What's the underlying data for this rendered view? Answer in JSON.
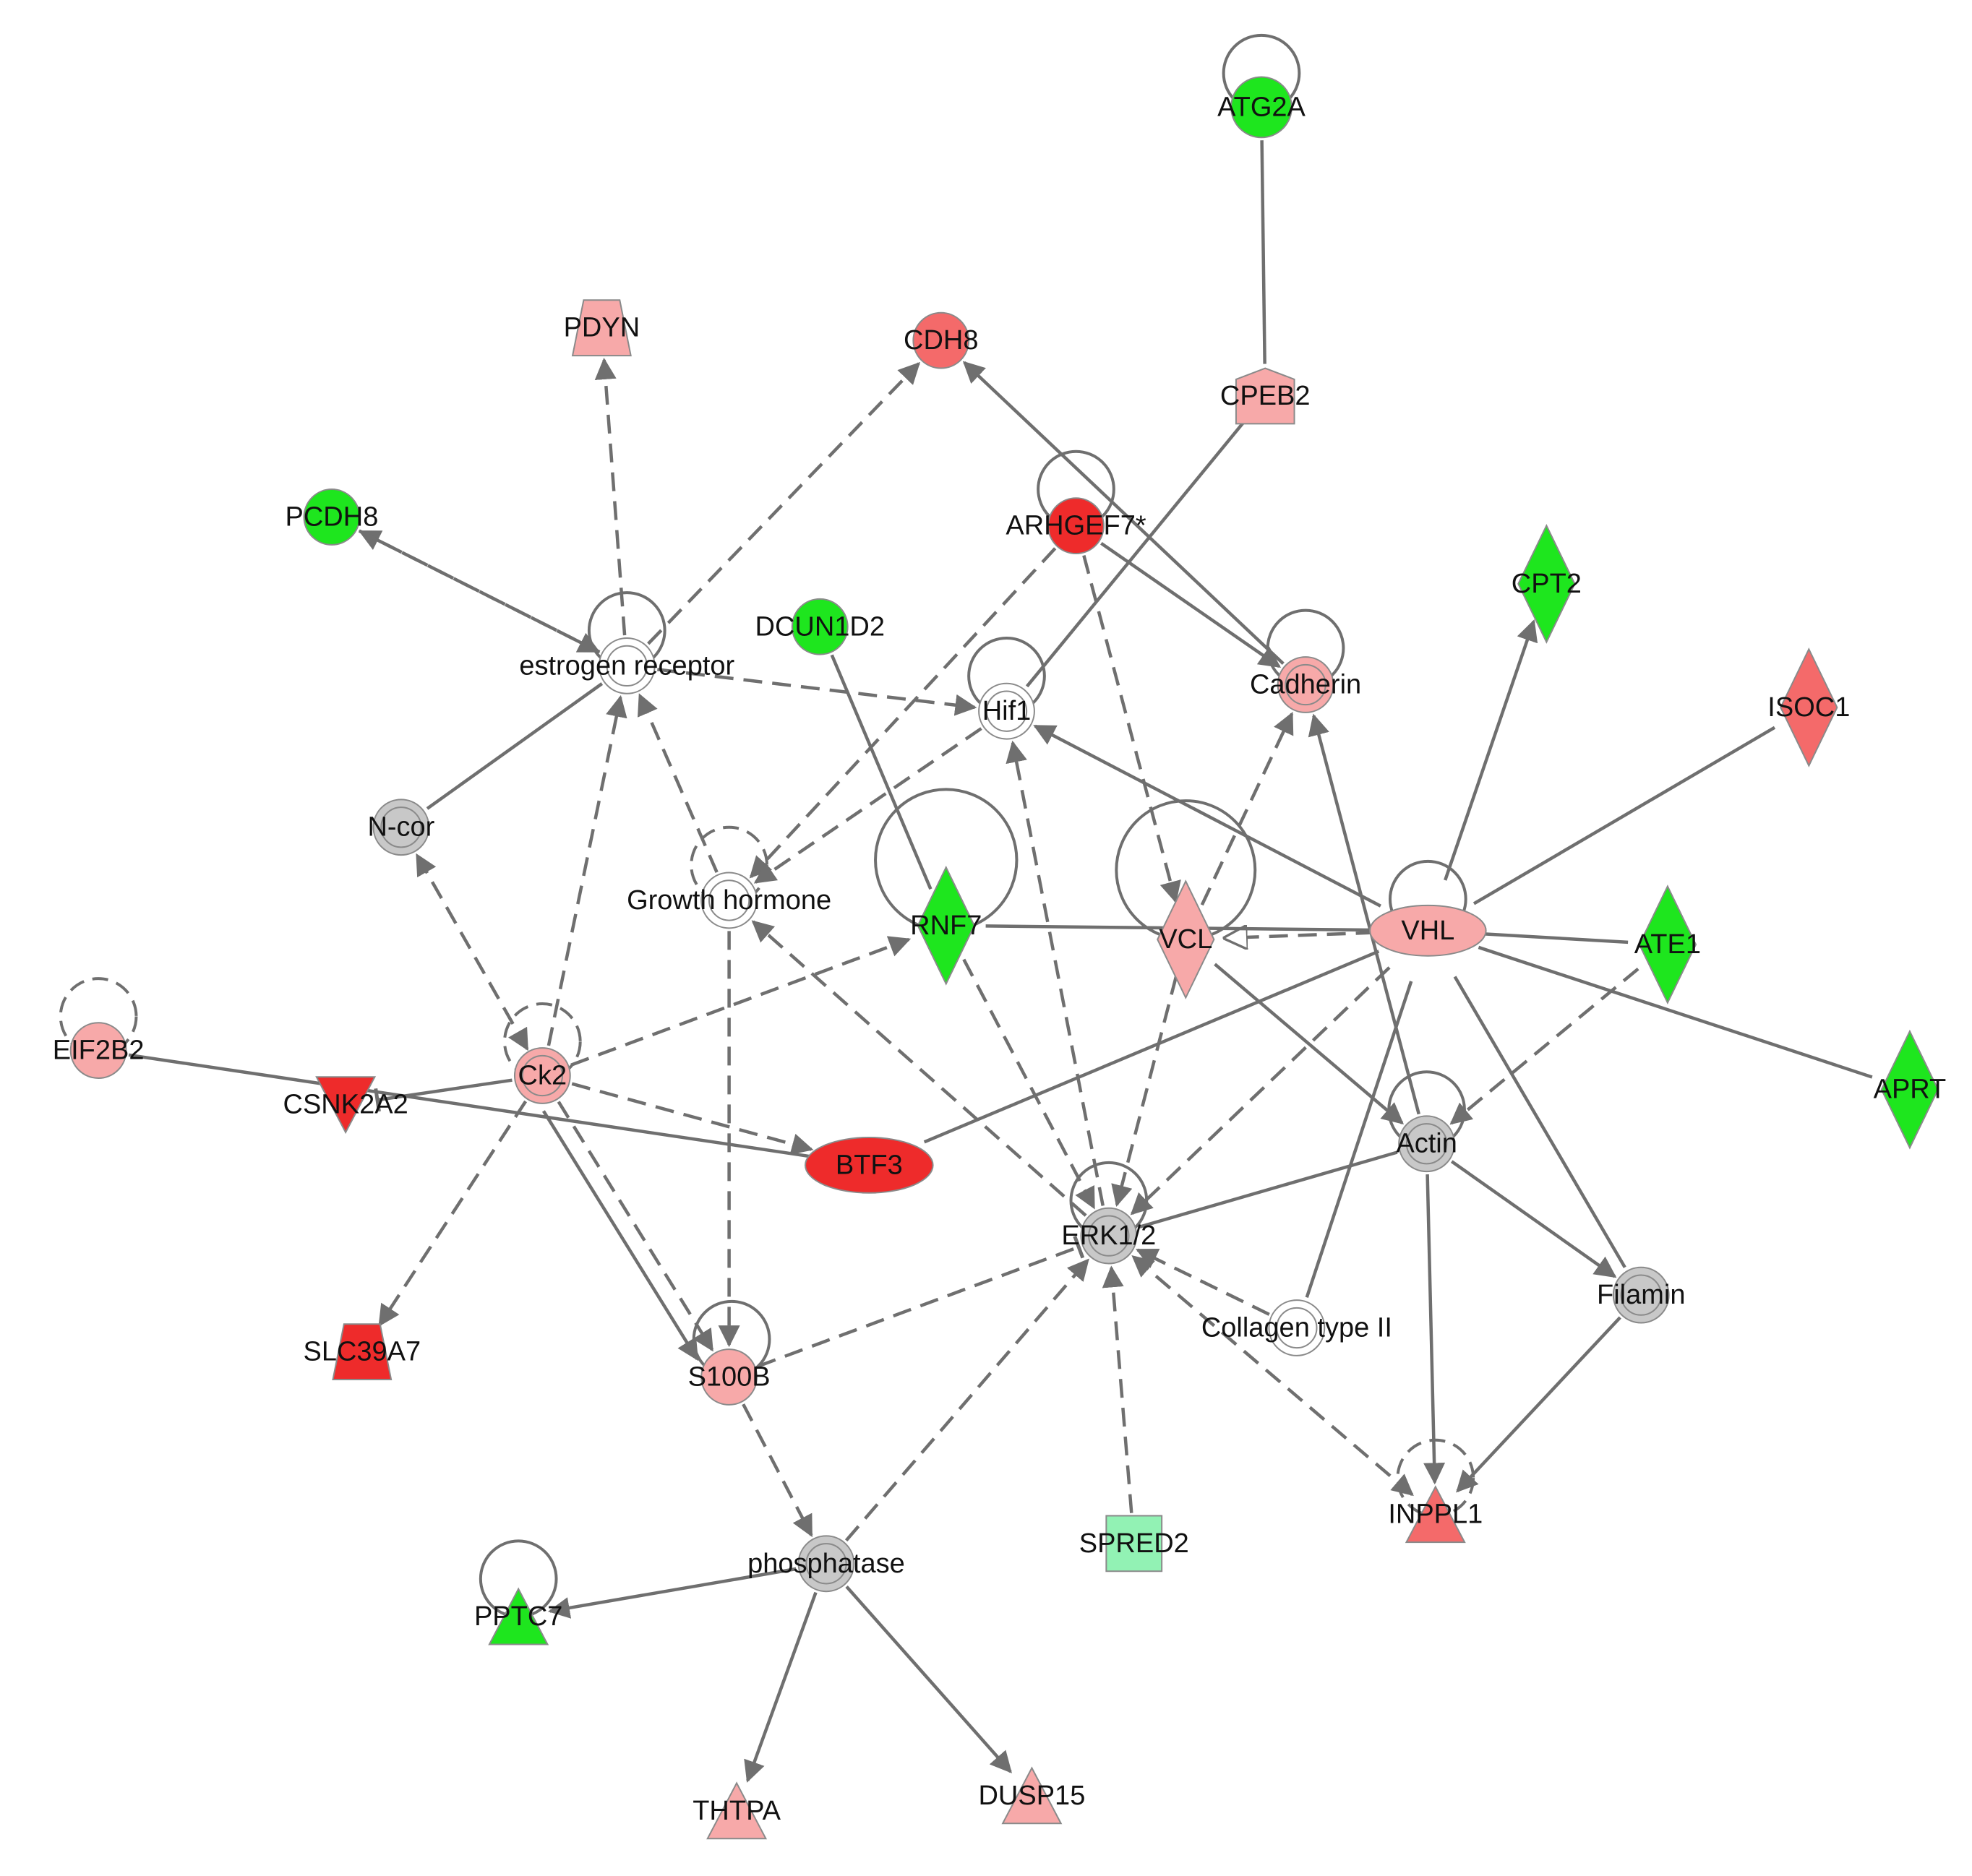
{
  "colors": {
    "edge": "#6f6f6f",
    "gray": "#c8c8c8",
    "white": "#ffffff",
    "green": "#1ee61e",
    "light_green": "#92f2b4",
    "light_red": "#f7a9a9",
    "mid_red": "#f46a6a",
    "red": "#ee2b2b"
  },
  "nodes": [
    {
      "id": "ATG2A",
      "label": "ATG2A",
      "shape": "circle",
      "color": "green",
      "self_loop": "solid"
    },
    {
      "id": "PDYN",
      "label": "PDYN",
      "shape": "trapezoid",
      "color": "light_red"
    },
    {
      "id": "CDH8",
      "label": "CDH8",
      "shape": "circle",
      "color": "mid_red"
    },
    {
      "id": "CPEB2",
      "label": "CPEB2",
      "shape": "pentagon",
      "color": "light_red"
    },
    {
      "id": "PCDH8",
      "label": "PCDH8",
      "shape": "circle",
      "color": "green"
    },
    {
      "id": "ARHGEF7",
      "label": "ARHGEF7*",
      "shape": "circle",
      "color": "red",
      "self_loop": "inhibit"
    },
    {
      "id": "DCUN1D2",
      "label": "DCUN1D2",
      "shape": "circle",
      "color": "green"
    },
    {
      "id": "CPT2",
      "label": "CPT2",
      "shape": "diamond",
      "color": "green"
    },
    {
      "id": "ER",
      "label": "estrogen receptor",
      "shape": "double-circle",
      "color": "white",
      "self_loop": "solid"
    },
    {
      "id": "Hif1",
      "label": "Hif1",
      "shape": "double-circle",
      "color": "white",
      "self_loop": "solid"
    },
    {
      "id": "Cadherin",
      "label": "Cadherin",
      "shape": "double-circle",
      "color": "light_red",
      "self_loop": "solid"
    },
    {
      "id": "ISOC1",
      "label": "ISOC1",
      "shape": "diamond",
      "color": "mid_red"
    },
    {
      "id": "Ncor",
      "label": "N-cor",
      "shape": "double-circle",
      "color": "gray"
    },
    {
      "id": "GH",
      "label": "Growth hormone",
      "shape": "double-circle",
      "color": "white",
      "self_loop": "dashed"
    },
    {
      "id": "RNF7",
      "label": "RNF7",
      "shape": "diamond",
      "color": "green",
      "self_loop": "large"
    },
    {
      "id": "VCL",
      "label": "VCL",
      "shape": "diamond",
      "color": "light_red",
      "self_loop": "large"
    },
    {
      "id": "VHL",
      "label": "VHL",
      "shape": "ellipse",
      "color": "light_red",
      "self_loop": "inhibit"
    },
    {
      "id": "ATE1",
      "label": "ATE1",
      "shape": "diamond",
      "color": "green"
    },
    {
      "id": "APRT",
      "label": "APRT",
      "shape": "diamond",
      "color": "green"
    },
    {
      "id": "EIF2B2",
      "label": "EIF2B2",
      "shape": "circle",
      "color": "light_red",
      "self_loop": "dashed"
    },
    {
      "id": "Ck2",
      "label": "Ck2",
      "shape": "double-circle",
      "color": "light_red",
      "self_loop": "dashed"
    },
    {
      "id": "CSNK2A2",
      "label": "CSNK2A2",
      "shape": "triangle-down",
      "color": "red"
    },
    {
      "id": "BTF3",
      "label": "BTF3",
      "shape": "ellipse",
      "color": "red"
    },
    {
      "id": "Actin",
      "label": "Actin",
      "shape": "double-circle",
      "color": "gray",
      "self_loop": "solid"
    },
    {
      "id": "ERK",
      "label": "ERK1/2",
      "shape": "double-circle",
      "color": "gray",
      "self_loop": "solid"
    },
    {
      "id": "Filamin",
      "label": "Filamin",
      "shape": "double-circle",
      "color": "gray"
    },
    {
      "id": "SLC39A7",
      "label": "SLC39A7",
      "shape": "trapezoid",
      "color": "red"
    },
    {
      "id": "S100B",
      "label": "S100B",
      "shape": "circle",
      "color": "light_red",
      "self_loop": "solid"
    },
    {
      "id": "Collagen",
      "label": "Collagen type II",
      "shape": "double-circle",
      "color": "white"
    },
    {
      "id": "INPPL1",
      "label": "INPPL1",
      "shape": "triangle-up",
      "color": "mid_red",
      "self_loop": "dashed"
    },
    {
      "id": "SPRED2",
      "label": "SPRED2",
      "shape": "square",
      "color": "light_green"
    },
    {
      "id": "phosphatase",
      "label": "phosphatase",
      "shape": "double-circle",
      "color": "gray"
    },
    {
      "id": "PPTC7",
      "label": "PPTC7",
      "shape": "triangle-up",
      "color": "green",
      "self_loop": "solid"
    },
    {
      "id": "THTPA",
      "label": "THTPA",
      "shape": "triangle-up",
      "color": "light_red"
    },
    {
      "id": "DUSP15",
      "label": "DUSP15",
      "shape": "triangle-up",
      "color": "light_red"
    }
  ],
  "edges": [
    {
      "from": "ATG2A",
      "to": "CPEB2",
      "style": "solid",
      "arrow": "none"
    },
    {
      "from": "CPEB2",
      "to": "Hif1",
      "style": "solid",
      "arrow": "none"
    },
    {
      "from": "ER",
      "to": "PDYN",
      "style": "dashed",
      "arrow": "end"
    },
    {
      "from": "ER",
      "to": "CDH8",
      "style": "dashed",
      "arrow": "end"
    },
    {
      "from": "ER",
      "to": "PCDH8",
      "style": "dashed",
      "arrow": "end"
    },
    {
      "from": "PCDH8",
      "to": "ER",
      "style": "dashed",
      "arrow": "end"
    },
    {
      "from": "ER",
      "to": "Hif1",
      "style": "dashed",
      "arrow": "end"
    },
    {
      "from": "ER",
      "to": "Ncor",
      "style": "solid",
      "arrow": "none"
    },
    {
      "from": "Cadherin",
      "to": "CDH8",
      "style": "solid",
      "arrow": "end"
    },
    {
      "from": "ARHGEF7",
      "to": "Cadherin",
      "style": "solid",
      "arrow": "end"
    },
    {
      "from": "ARHGEF7",
      "to": "GH",
      "style": "dashed",
      "arrow": "end"
    },
    {
      "from": "ARHGEF7",
      "to": "VCL",
      "style": "dashed",
      "arrow": "end"
    },
    {
      "from": "DCUN1D2",
      "to": "RNF7",
      "style": "solid",
      "arrow": "none"
    },
    {
      "from": "Hif1",
      "to": "GH",
      "style": "dashed",
      "arrow": "end"
    },
    {
      "from": "VHL",
      "to": "Hif1",
      "style": "solid",
      "arrow": "end"
    },
    {
      "from": "VHL",
      "to": "CPT2",
      "style": "solid",
      "arrow": "end"
    },
    {
      "from": "VHL",
      "to": "ISOC1",
      "style": "solid",
      "arrow": "none"
    },
    {
      "from": "VHL",
      "to": "ATE1",
      "style": "solid",
      "arrow": "none"
    },
    {
      "from": "VHL",
      "to": "APRT",
      "style": "solid",
      "arrow": "none"
    },
    {
      "from": "VHL",
      "to": "VCL",
      "style": "dashed",
      "arrow": "open"
    },
    {
      "from": "VHL",
      "to": "RNF7",
      "style": "solid",
      "arrow": "none"
    },
    {
      "from": "VHL",
      "to": "BTF3",
      "style": "solid",
      "arrow": "none"
    },
    {
      "from": "VHL",
      "to": "Filamin",
      "style": "solid",
      "arrow": "none"
    },
    {
      "from": "VHL",
      "to": "ERK",
      "style": "dashed",
      "arrow": "end"
    },
    {
      "from": "VHL",
      "to": "Collagen",
      "style": "solid",
      "arrow": "none"
    },
    {
      "from": "VCL",
      "to": "Cadherin",
      "style": "dashed",
      "arrow": "end"
    },
    {
      "from": "VCL",
      "to": "ERK",
      "style": "dashed",
      "arrow": "end"
    },
    {
      "from": "VCL",
      "to": "Actin",
      "style": "solid",
      "arrow": "end"
    },
    {
      "from": "Actin",
      "to": "Cadherin",
      "style": "solid",
      "arrow": "end"
    },
    {
      "from": "ATE1",
      "to": "Actin",
      "style": "dashed",
      "arrow": "end"
    },
    {
      "from": "Actin",
      "to": "Filamin",
      "style": "solid",
      "arrow": "end"
    },
    {
      "from": "Actin",
      "to": "ERK",
      "style": "solid",
      "arrow": "none"
    },
    {
      "from": "Actin",
      "to": "INPPL1",
      "style": "solid",
      "arrow": "end"
    },
    {
      "from": "Filamin",
      "to": "INPPL1",
      "style": "solid",
      "arrow": "end"
    },
    {
      "from": "Ck2",
      "to": "ER",
      "style": "dashed",
      "arrow": "end"
    },
    {
      "from": "Ck2",
      "to": "Ncor",
      "style": "dashed",
      "arrow": "both"
    },
    {
      "from": "Ck2",
      "to": "RNF7",
      "style": "dashed",
      "arrow": "end"
    },
    {
      "from": "Ck2",
      "to": "BTF3",
      "style": "dashed",
      "arrow": "end"
    },
    {
      "from": "Ck2",
      "to": "SLC39A7",
      "style": "dashed",
      "arrow": "end"
    },
    {
      "from": "Ck2",
      "to": "S100B",
      "style": "dashed",
      "arrow": "end"
    },
    {
      "from": "Ck2",
      "to": "S100B",
      "style": "solid",
      "arrow": "end",
      "offset": 14
    },
    {
      "from": "Ck2",
      "to": "CSNK2A2",
      "style": "solid",
      "arrow": "inhibit"
    },
    {
      "from": "EIF2B2",
      "to": "BTF3",
      "style": "solid",
      "arrow": "none"
    },
    {
      "from": "GH",
      "to": "ER",
      "style": "dashed",
      "arrow": "end"
    },
    {
      "from": "GH",
      "to": "S100B",
      "style": "dashed",
      "arrow": "end"
    },
    {
      "from": "ERK",
      "to": "GH",
      "style": "dashed",
      "arrow": "end"
    },
    {
      "from": "ERK",
      "to": "Hif1",
      "style": "dashed",
      "arrow": "end"
    },
    {
      "from": "RNF7",
      "to": "ERK",
      "style": "dashed",
      "arrow": "end"
    },
    {
      "from": "S100B",
      "to": "ERK",
      "style": "dashed",
      "arrow": "inhibit"
    },
    {
      "from": "S100B",
      "to": "phosphatase",
      "style": "dashed",
      "arrow": "end"
    },
    {
      "from": "phosphatase",
      "to": "ERK",
      "style": "dashed",
      "arrow": "end"
    },
    {
      "from": "SPRED2",
      "to": "ERK",
      "style": "dashed",
      "arrow": "end"
    },
    {
      "from": "Collagen",
      "to": "ERK",
      "style": "dashed",
      "arrow": "end"
    },
    {
      "from": "INPPL1",
      "to": "ERK",
      "style": "dashed",
      "arrow": "both"
    },
    {
      "from": "phosphatase",
      "to": "PPTC7",
      "style": "solid",
      "arrow": "end"
    },
    {
      "from": "phosphatase",
      "to": "THTPA",
      "style": "solid",
      "arrow": "end"
    },
    {
      "from": "phosphatase",
      "to": "DUSP15",
      "style": "solid",
      "arrow": "end"
    }
  ]
}
